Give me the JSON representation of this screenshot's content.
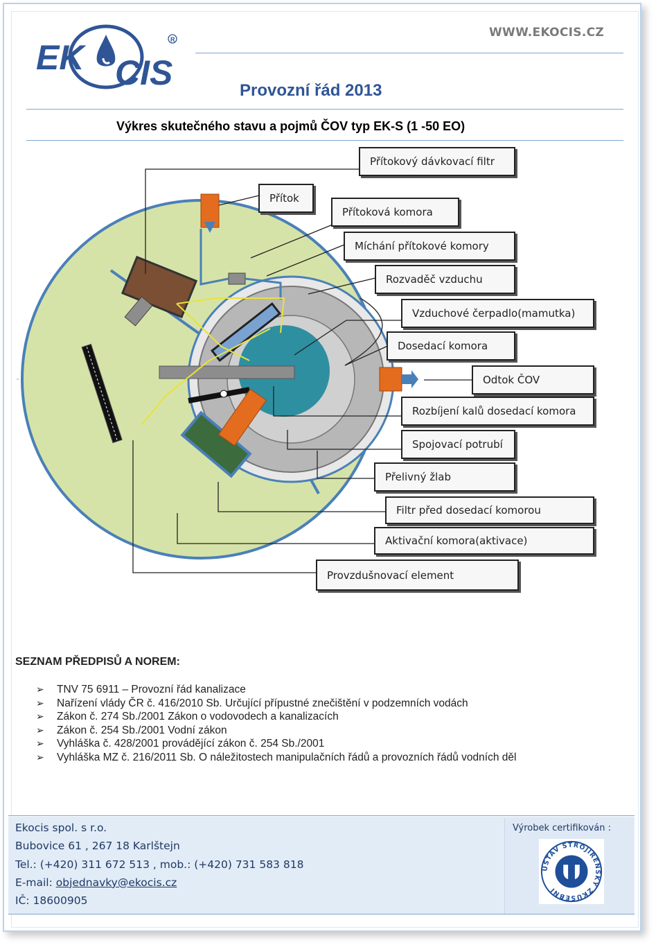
{
  "header": {
    "logo_text": "EKOCIS",
    "logo_mark": "®",
    "website": "WWW.EKOCIS.CZ",
    "title": "Provozní řád 2013",
    "subtitle": "Výkres skutečného stavu a pojmů ČOV typ EK-S (1 -50 EO)"
  },
  "diagram_labels": [
    "Přítokový dávkovací filtr",
    "Přítok",
    "Přítoková komora",
    "Míchání přítokové komory",
    "Rozvaděč vzduchu",
    "Vzduchové čerpadlo(mamutka)",
    "Dosedací komora",
    "Odtok ČOV",
    "Rozbíjení kalů dosedací komora",
    "Spojovací potrubí",
    "Přelivný žlab",
    "Filtr před dosedací komorou",
    "Aktivační komora(aktivace)",
    "Provzdušnovací element"
  ],
  "regulations": {
    "title": "SEZNAM PŘEDPISŮ A NOREM:",
    "items": [
      "TNV 75 6911 – Provozní řád kanalizace",
      "Nařízení vlády ČR č. 416/2010 Sb. Určující přípustné znečištění v podzemních vodách",
      "Zákon č. 274 Sb./2001 Zákon o vodovodech a kanalizacích",
      "Zákon č. 254 Sb./2001 Vodní zákon",
      "Vyhláška č. 428/2001 provádějící zákon č. 254 Sb./2001",
      "Vyhláška MZ č. 216/2011 Sb. O náležitostech manipulačních řádů a provozních řádů vodních děl"
    ]
  },
  "footer": {
    "company": "Ekocis spol. s r.o.",
    "address": "Bubovice 61 , 267 18 Karlštejn",
    "phone": "Tel.: (+420) 311 672 513 , mob.: (+420) 731 583 818",
    "email_label": "E-mail: ",
    "email": "objednavky@ekocis.cz",
    "ico": "IČ: 18600905",
    "cert_label": "Výrobek certifikován :",
    "cert_text": "ÚSTAV STROJÍRENSKÝ ZKUŠEBNÍ"
  },
  "colors": {
    "brand_blue": "#2f5596",
    "chamber_green": "#d6e3a8",
    "tank_gray": "#b7b7b7",
    "settling_teal": "#2e8fa1",
    "pipe_orange": "#e36c1f",
    "outline_blue": "#4a80b8"
  }
}
